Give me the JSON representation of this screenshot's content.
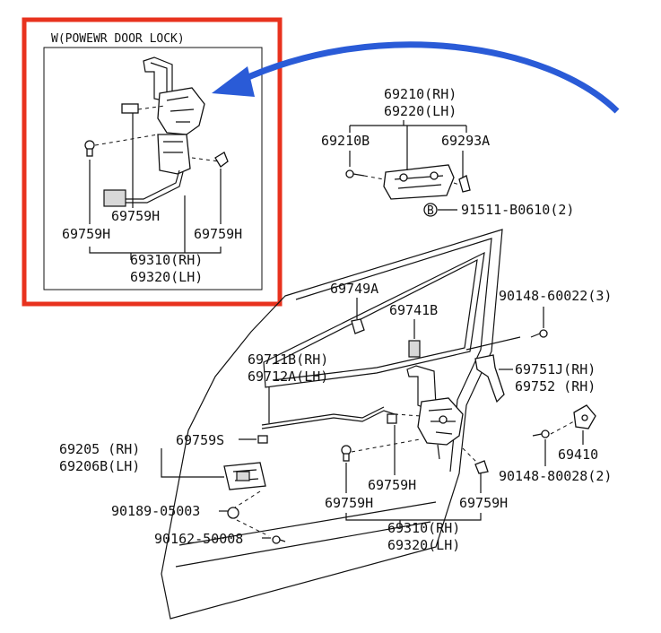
{
  "inset": {
    "title": "W(POWEWR DOOR LOCK)",
    "labels": {
      "h_center": "69759H",
      "h_left": "69759H",
      "h_right": "69759H",
      "rh": "69310(RH)",
      "lh": "69320(LH)"
    },
    "border_color": "#e8321e"
  },
  "arrow": {
    "color": "#2a5bd7"
  },
  "labels": {
    "handle_rh": "69210(RH)",
    "handle_lh": "69220(LH)",
    "p69210b": "69210B",
    "p69293a": "69293A",
    "bolt_91511": "91511-B0610(2)",
    "circle_b": "B",
    "p69749a": "69749A",
    "p69741b": "69741B",
    "bolt_90148a": "90148-60022(3)",
    "rod_rh": "69711B(RH)",
    "rod_lh": "69712A(LH)",
    "p69751j": "69751J(RH)",
    "p69752": "69752  (RH)",
    "inner_rh": "69205 (RH)",
    "inner_lh": "69206B(LH)",
    "p69759s": "69759S",
    "p69410": "69410",
    "bolt_90148b": "90148-80028(2)",
    "screw_90189": "90189-05003",
    "screw_90162": "90162-50008",
    "h_center": "69759H",
    "h_left": "69759H",
    "h_right": "69759H",
    "lock_rh": "69310(RH)",
    "lock_lh": "69320(LH)"
  }
}
